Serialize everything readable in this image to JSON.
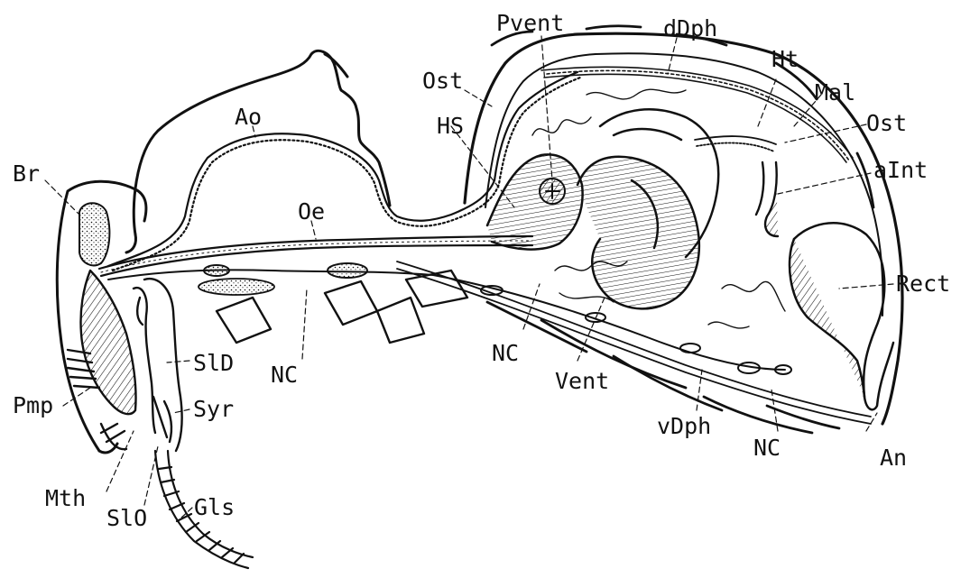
{
  "labels": {
    "Br": "Br",
    "Ao": "Ao",
    "Oe": "Oe",
    "Ost_top": "Ost",
    "HS": "HS",
    "Pvent": "Pvent",
    "dDph": "dDph",
    "Ht": "Ht",
    "Mal": "Mal",
    "Ost_right": "Ost",
    "aInt": "aInt",
    "Rect": "Rect",
    "An": "An",
    "NC_mid": "NC",
    "NC_right": "NC",
    "NC_left": "NC",
    "Vent": "Vent",
    "vDph": "vDph",
    "SlD": "SlD",
    "Syr": "Syr",
    "Pmp": "Pmp",
    "Mth": "Mth",
    "SlO": "SlO",
    "Gls": "Gls"
  },
  "colors": {
    "ink": "#111111",
    "background": "#ffffff"
  }
}
